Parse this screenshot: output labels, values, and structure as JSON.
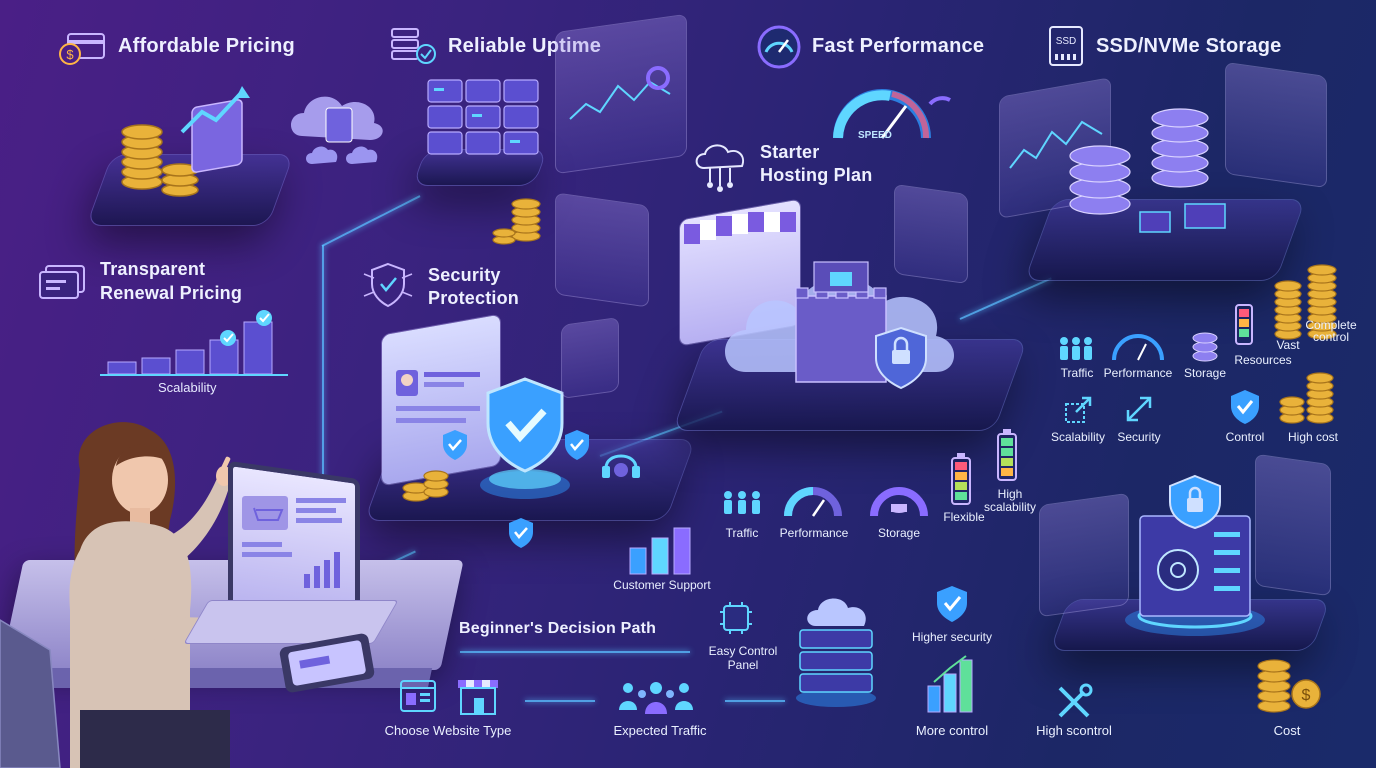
{
  "features": {
    "affordable_pricing": "Affordable Pricing",
    "reliable_uptime": "Reliable Uptime",
    "fast_performance": "Fast Performance",
    "ssd_storage": "SSD/NVMe Storage",
    "transparent_renewal_line1": "Transparent",
    "transparent_renewal_line2": "Renewal Pricing",
    "security_line1": "Security",
    "security_line2": "Protection",
    "starter_line1": "Starter",
    "starter_line2": "Hosting Plan"
  },
  "labels": {
    "scalability": "Scalability",
    "speed": "SPEED",
    "ssd": "SSD",
    "customer_support": "Customer Support",
    "beginners_path": "Beginner's Decision Path",
    "easy_control_line1": "Easy Control",
    "easy_control_line2": "Panel",
    "higher_security": "Higher security",
    "more_control": "More control",
    "choose_website_type": "Choose Website Type",
    "expected_traffic": "Expected Traffic",
    "high_scontrol": "High scontrol",
    "cost": "Cost"
  },
  "mid_metrics": {
    "traffic": "Traffic",
    "performance": "Performance",
    "storage": "Storage",
    "flexible": "Flexible",
    "high_scalability_line1": "High",
    "high_scalability_line2": "scalability"
  },
  "right_metrics": {
    "traffic": "Traffic",
    "performance": "Performance",
    "storage": "Storage",
    "vast": "Vast",
    "resources": "Resources",
    "complete_line1": "Complete",
    "complete_line2": "control",
    "scalability": "Scalability",
    "security": "Security",
    "control": "Control",
    "high_cost": "High cost"
  },
  "colors": {
    "accent_cyan": "#5fd6ff",
    "accent_purple": "#8a6cff",
    "gold": "#e9b23a",
    "shield_blue": "#3aa0ff"
  },
  "icons": {
    "dollar_card": "dollar-card-icon",
    "server_check": "server-check-icon",
    "speedometer": "speedometer-icon",
    "ssd_chip": "ssd-icon",
    "renewal_card": "renewal-card-icon",
    "shield_check": "shield-check-icon",
    "cloud_network": "cloud-network-icon"
  }
}
